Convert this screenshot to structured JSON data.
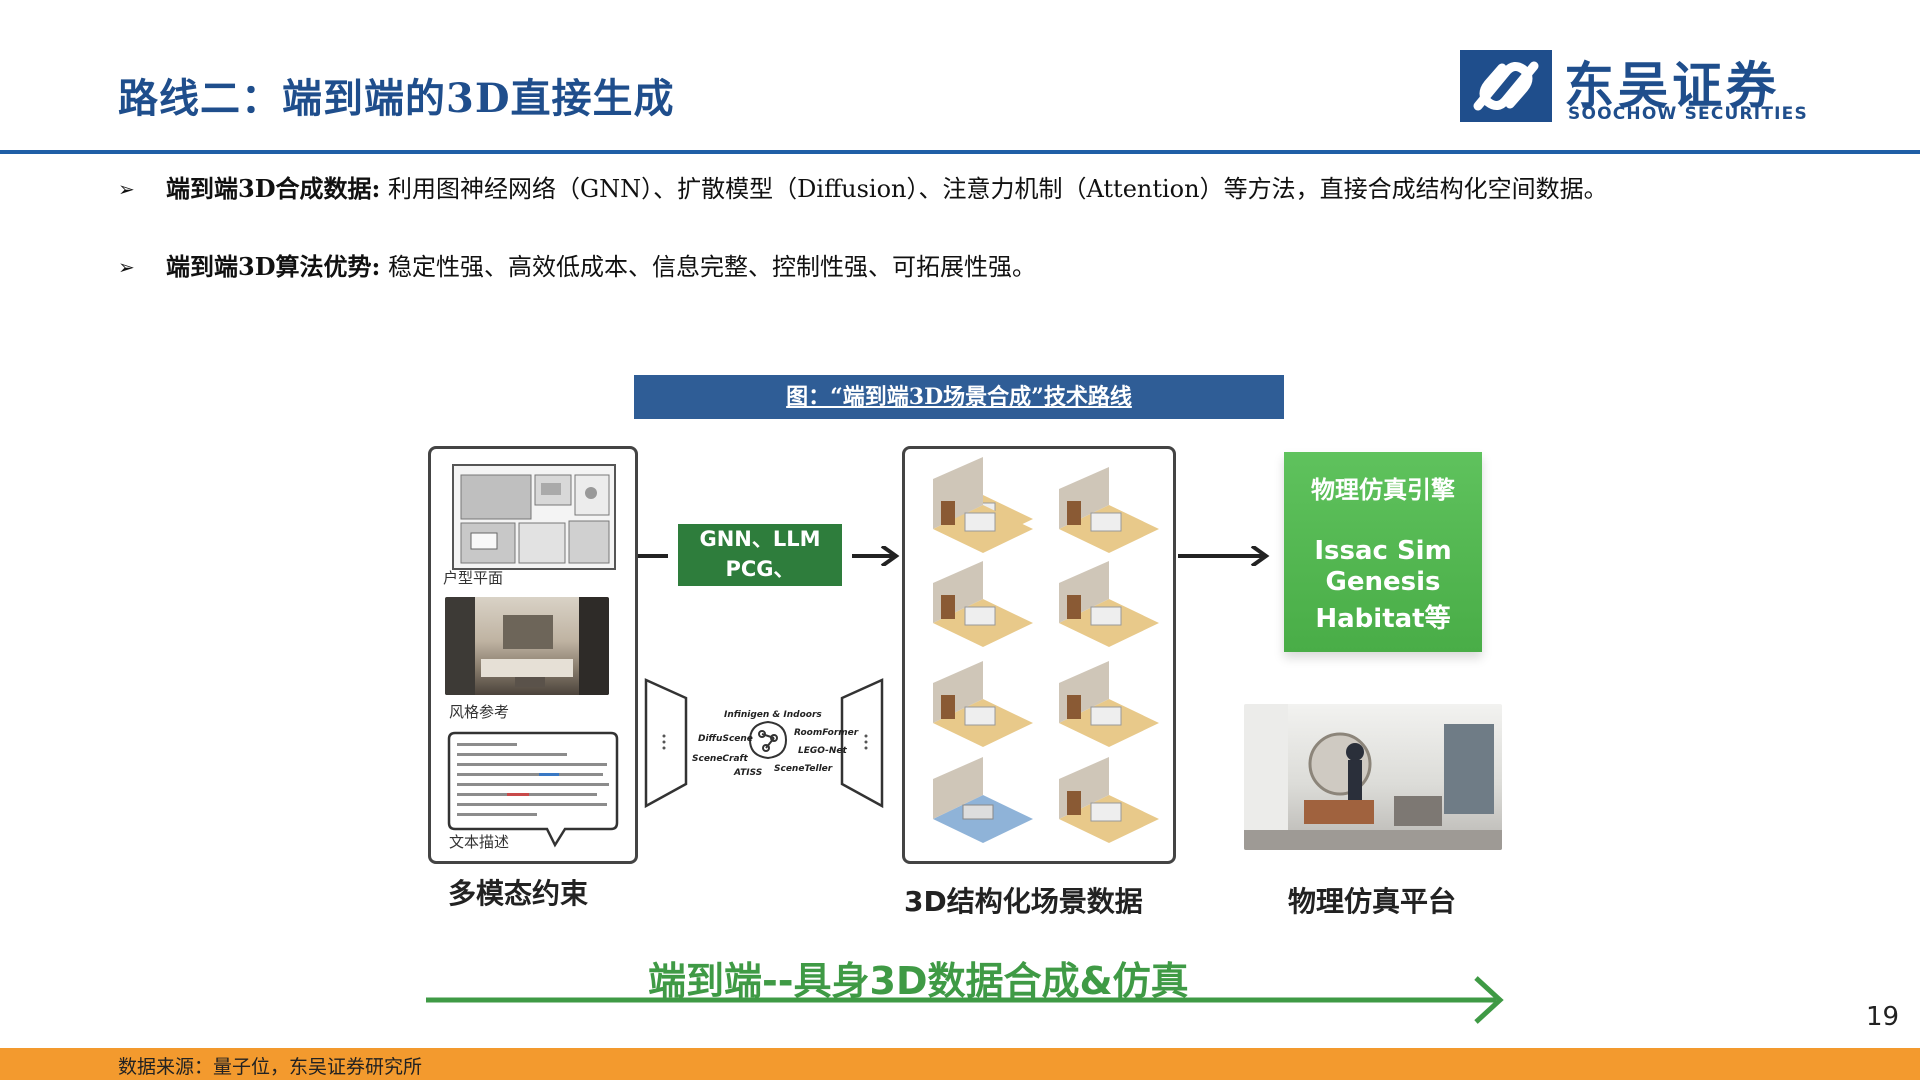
{
  "header": {
    "title": "路线二：端到端的3D直接生成",
    "logo_cn": "东吴证券",
    "logo_en": "SOOCHOW SECURITIES"
  },
  "bullets": [
    {
      "label": "端到端3D合成数据:",
      "text": " 利用图神经网络（GNN）、扩散模型（Diffusion）、注意力机制（Attention）等方法，直接合成结构化空间数据。"
    },
    {
      "label": "端到端3D算法优势:",
      "text": " 稳定性强、高效低成本、信息完整、控制性强、可拓展性强。"
    }
  ],
  "figure": {
    "title": "图：“端到端3D场景合成”技术路线",
    "left_panel": {
      "floorplan_caption": "户型平面",
      "style_caption": "风格参考",
      "text_caption": "文本描述",
      "label": "多模态约束"
    },
    "methods": {
      "line1": "GNN、LLM",
      "line2": "PCG、Diffusion"
    },
    "network_labels": {
      "infinigen": "Infinigen & Indoors",
      "diffuscene": "DiffuScene",
      "scenecraft": "SceneCraft",
      "atiss": "ATISS",
      "roomformer": "RoomFormer",
      "legonet": "LEGO-Net",
      "sceneteller": "SceneTeller"
    },
    "middle_label": "3D结构化场景数据",
    "engine": {
      "title": "物理仿真引擎",
      "line1": "Issac Sim",
      "line2": "Genesis",
      "line3": "Habitat等"
    },
    "right_label": "物理仿真平台",
    "pipeline_label": "端到端--具身3D数据合成&仿真"
  },
  "page_number": "19",
  "footer": {
    "source": "数据来源：量子位，东吴证券研究所"
  },
  "colors": {
    "title_blue": "#1f4e8c",
    "rule_blue": "#1f5fa6",
    "banner_blue": "#2f5d96",
    "method_green": "#2e7d3c",
    "engine_green": "#52b550",
    "arrow_green": "#3f9a45",
    "footer_orange": "#f39a2e"
  }
}
